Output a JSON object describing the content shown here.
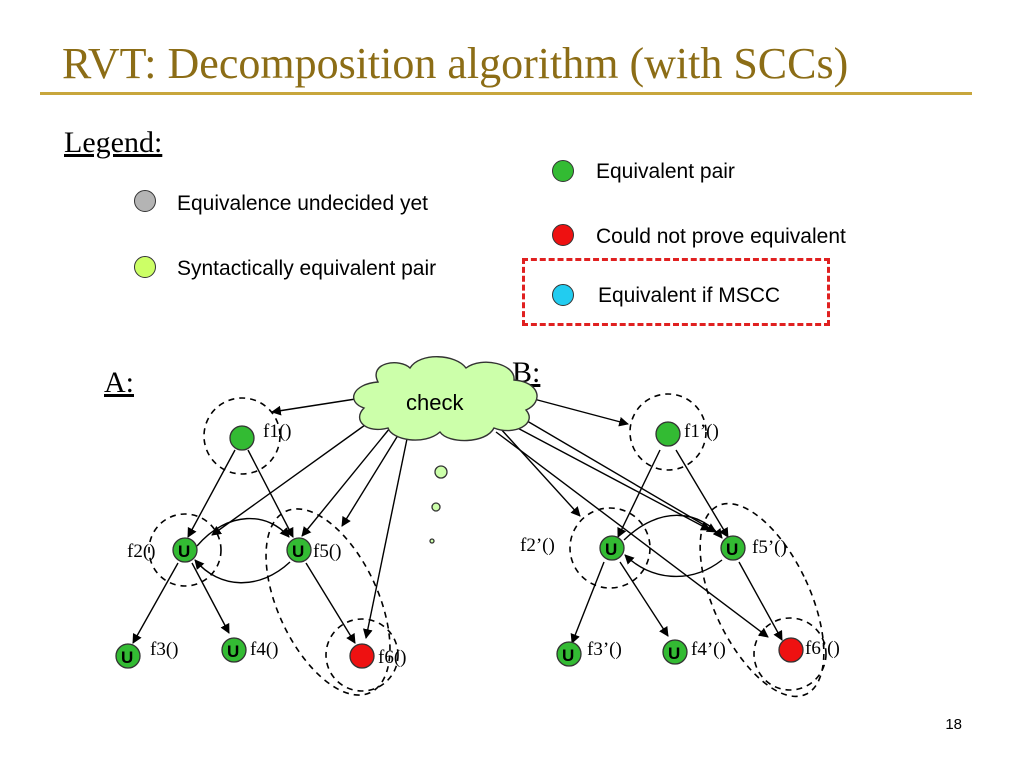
{
  "slide": {
    "title": "RVT: Decomposition algorithm (with SCCs)",
    "page_number": "18"
  },
  "legend": {
    "heading": "Legend:",
    "items": [
      {
        "label": "Equivalence undecided yet",
        "color": "#b4b4b4"
      },
      {
        "label": "Syntactically equivalent pair",
        "color": "#ccff66"
      },
      {
        "label": "Equivalent pair",
        "color": "#33bb33"
      },
      {
        "label": "Could not prove equivalent",
        "color": "#ee1111"
      },
      {
        "label": "Equivalent if MSCC",
        "color": "#22ccf0"
      }
    ]
  },
  "graph_a": {
    "label": "A:",
    "nodes": {
      "f1": {
        "label": "f1()",
        "state": "equivalent"
      },
      "f2": {
        "label": "f2()",
        "badge": "U",
        "state": "equivalent"
      },
      "f5": {
        "label": "f5()",
        "badge": "U",
        "state": "equivalent"
      },
      "f3": {
        "label": "f3()",
        "badge": "U",
        "state": "equivalent"
      },
      "f4": {
        "label": "f4()",
        "badge": "U",
        "state": "equivalent"
      },
      "f6": {
        "label": "f6()",
        "state": "not-proven"
      }
    }
  },
  "graph_b": {
    "label": "B:",
    "nodes": {
      "f1": {
        "label": "f1’()",
        "state": "equivalent"
      },
      "f2": {
        "label": "f2’()",
        "badge": "U",
        "state": "equivalent"
      },
      "f5": {
        "label": "f5’()",
        "badge": "U",
        "state": "equivalent"
      },
      "f3": {
        "label": "f3’()",
        "badge": "U",
        "state": "equivalent"
      },
      "f4": {
        "label": "f4’()",
        "badge": "U",
        "state": "equivalent"
      },
      "f6": {
        "label": "f6’()",
        "state": "not-proven"
      }
    }
  },
  "cloud": {
    "label": "check",
    "color": "#ccffaa"
  },
  "colors": {
    "title": "#8c6d16",
    "rule": "#c8a63c",
    "node_green": "#33bb33",
    "node_red": "#ee1111",
    "mscc_box": "#e02020"
  }
}
